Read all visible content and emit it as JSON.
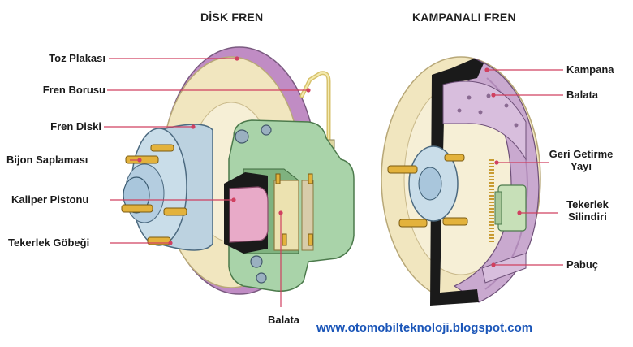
{
  "headings": {
    "disc": "DİSK FREN",
    "drum": "KAMPANALI FREN"
  },
  "disc_labels": {
    "dust_plate": "Toz Plakası",
    "brake_line": "Fren Borusu",
    "brake_disc": "Fren Diski",
    "wheel_stud": "Bijon Saplaması",
    "caliper_piston": "Kaliper Pistonu",
    "wheel_hub": "Tekerlek Göbeği",
    "pad": "Balata"
  },
  "drum_labels": {
    "drum": "Kampana",
    "lining": "Balata",
    "return_spring": [
      "Geri Getirme",
      "Yayı"
    ],
    "wheel_cylinder": [
      "Tekerlek",
      "Silindiri"
    ],
    "shoe": "Pabuç"
  },
  "footer_url": "www.otomobilteknoloji.blogspot.com",
  "colors": {
    "label_text": "#1a1a1a",
    "leader_line": "#d04060",
    "url_text": "#1a55b8",
    "disc_fill": "#f1e6bf",
    "dust_plate": "#c08cc4",
    "caliper": "#a9d3a9",
    "hub": "#bcd2e0",
    "stud": "#e3b23c",
    "piston": "#e8aac8",
    "drum_plate": "#c9a9cf"
  }
}
